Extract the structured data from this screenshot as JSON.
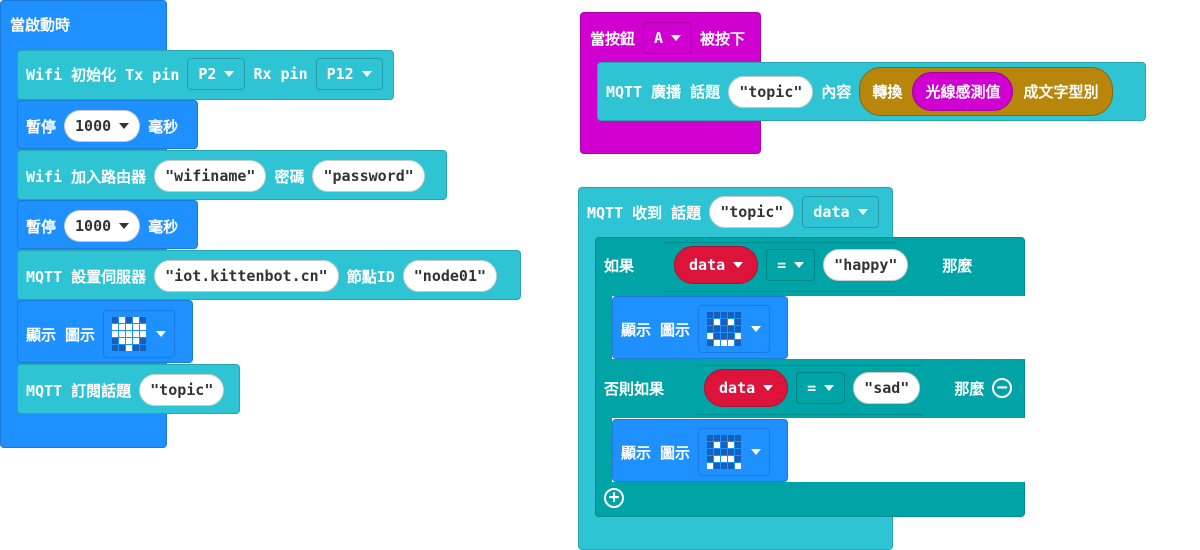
{
  "start": {
    "title": "當啟動時",
    "wifi_init": {
      "label": "Wifi 初始化 Tx pin",
      "tx": "P2",
      "rx_label": "Rx pin",
      "rx": "P12"
    },
    "pause1": {
      "label": "暫停",
      "value": "1000",
      "unit": "毫秒"
    },
    "wifi_join": {
      "label": "Wifi 加入路由器",
      "ssid": "\"wifiname\"",
      "pw_label": "密碼",
      "pw": "\"password\""
    },
    "pause2": {
      "label": "暫停",
      "value": "1000",
      "unit": "毫秒"
    },
    "mqtt_server": {
      "label": "MQTT 設置伺服器",
      "server": "\"iot.kittenbot.cn\"",
      "node_label": "節點ID",
      "node": "\"node01\""
    },
    "show_icon": {
      "label": "顯示 圖示",
      "pattern": [
        "01010",
        "11111",
        "11111",
        "01110",
        "00100"
      ]
    },
    "subscribe": {
      "label": "MQTT 訂閱話題",
      "topic": "\"topic\""
    }
  },
  "button": {
    "label_pre": "當按鈕",
    "button": "A",
    "label_post": "被按下",
    "publish": {
      "label": "MQTT 廣播 話題",
      "topic": "\"topic\"",
      "content_label": "內容",
      "convert": "轉換",
      "sensor": "光線感測值",
      "convert_post": "成文字型別"
    }
  },
  "receive": {
    "label": "MQTT 收到 話題",
    "topic": "\"topic\"",
    "var": "data",
    "if": {
      "label": "如果",
      "var": "data",
      "op": "=",
      "value": "\"happy\"",
      "then": "那麼"
    },
    "show1": {
      "label": "顯示 圖示",
      "pattern": [
        "00000",
        "01010",
        "00000",
        "10001",
        "01110"
      ]
    },
    "elseif": {
      "label": "否則如果",
      "var": "data",
      "op": "=",
      "value": "\"sad\"",
      "then": "那麼"
    },
    "show2": {
      "label": "顯示 圖示",
      "pattern": [
        "00000",
        "01010",
        "00000",
        "01110",
        "10001"
      ]
    }
  },
  "colors": {
    "event_blue": "#1e90ff",
    "mqtt_cyan": "#2fc4d3",
    "logic_teal": "#00a4a6",
    "input_purple": "#d000d0",
    "variable_red": "#dc143c",
    "text_gold": "#b8860b"
  }
}
